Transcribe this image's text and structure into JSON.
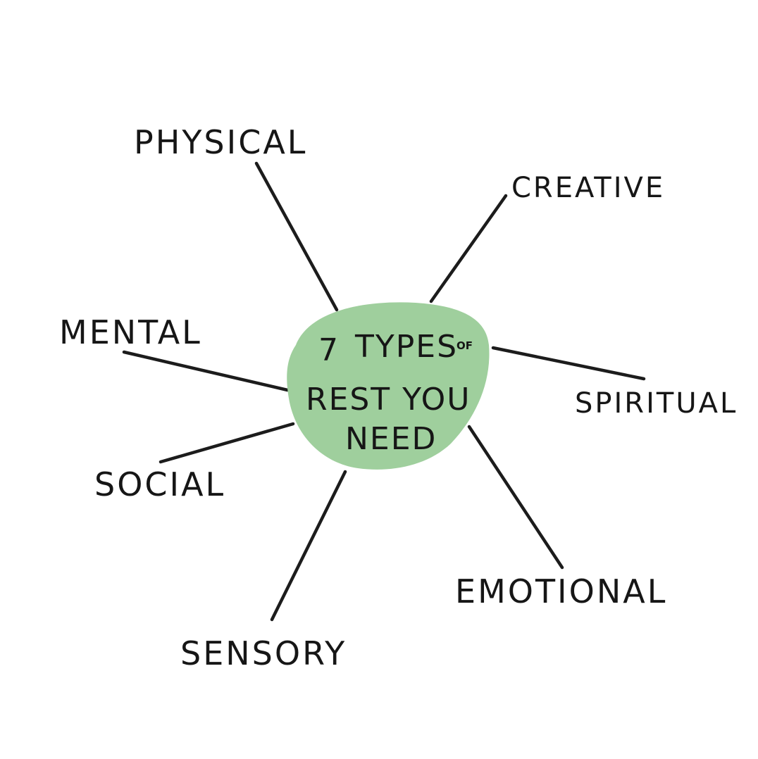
{
  "center": {
    "line1_number": "7",
    "line1_word": "TYPES",
    "line1_small": "OF",
    "line2": "REST YOU",
    "line3": "NEED",
    "fill_color": "#9fcf9d"
  },
  "spokes": [
    {
      "label": "PHYSICAL"
    },
    {
      "label": "CREATIVE"
    },
    {
      "label": "MENTAL"
    },
    {
      "label": "SPIRITUAL"
    },
    {
      "label": "SOCIAL"
    },
    {
      "label": "EMOTIONAL"
    },
    {
      "label": "SENSORY"
    }
  ],
  "colors": {
    "ink": "#1c1c1c",
    "background": "#ffffff"
  }
}
